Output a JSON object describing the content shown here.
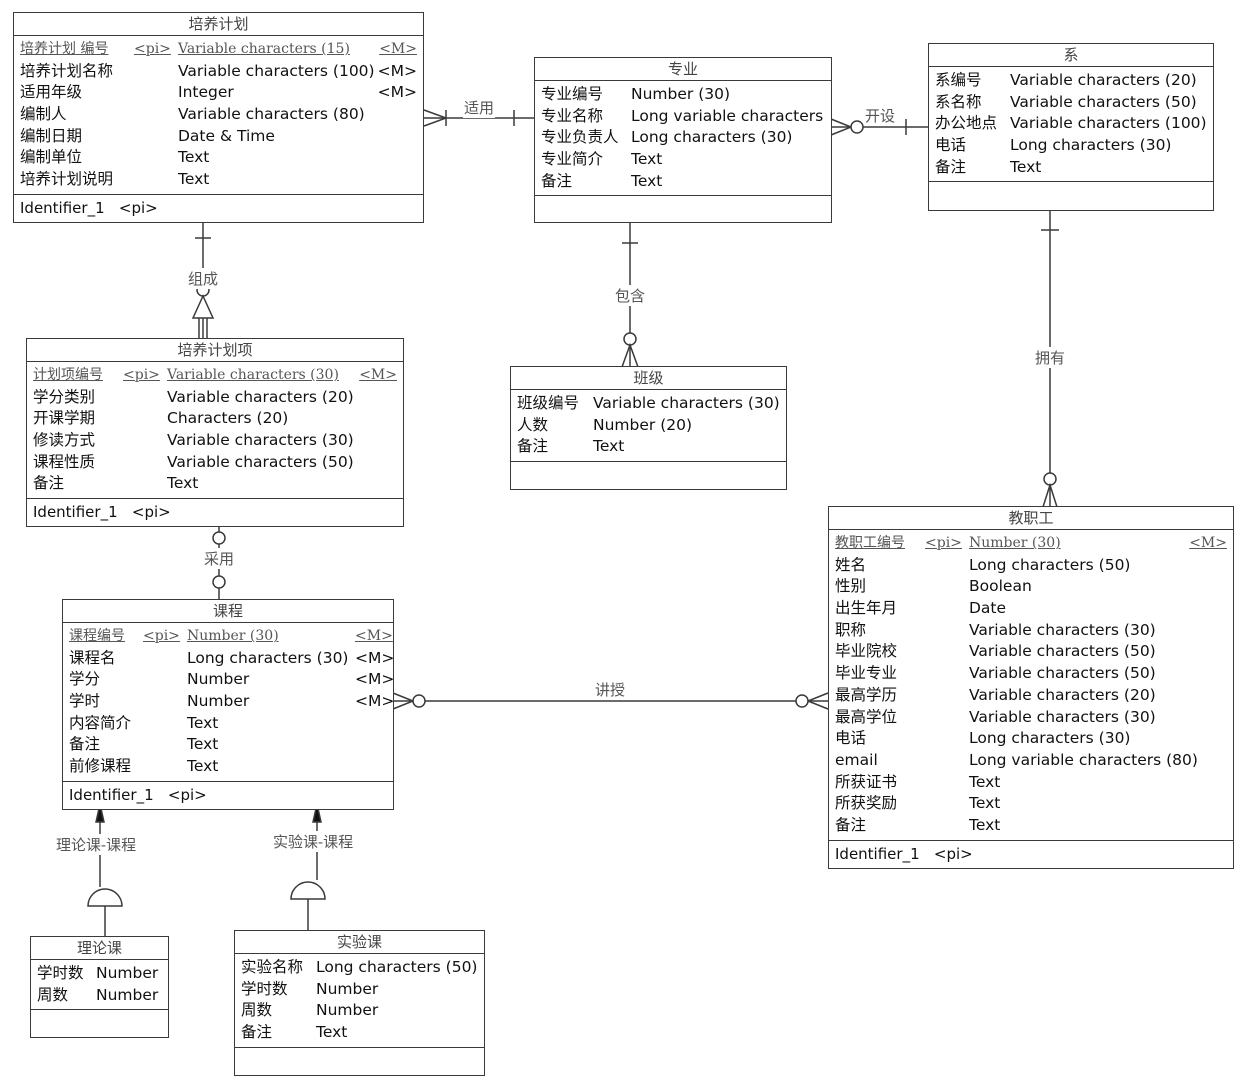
{
  "entities": {
    "peiyang_jihua": {
      "name": "培养计划",
      "pk": {
        "name": "培养计划 编号",
        "pi": "<pi>",
        "type": "Variable characters (15)",
        "m": "<M>"
      },
      "attrs": [
        {
          "name": "培养计划名称",
          "type": "Variable characters (100)",
          "m": "<M>"
        },
        {
          "name": "适用年级",
          "type": "Integer",
          "m": "<M>"
        },
        {
          "name": "编制人",
          "type": "Variable characters (80)",
          "m": ""
        },
        {
          "name": "编制日期",
          "type": "Date & Time",
          "m": ""
        },
        {
          "name": "编制单位",
          "type": "Text",
          "m": ""
        },
        {
          "name": "培养计划说明",
          "type": "Text",
          "m": ""
        }
      ],
      "identifier": "Identifier_1   <pi>"
    },
    "zhuanye": {
      "name": "专业",
      "attrs": [
        {
          "name": "专业编号",
          "type": "Number (30)"
        },
        {
          "name": "专业名称",
          "type": "Long variable characters"
        },
        {
          "name": "专业负责人",
          "type": "Long characters (30)"
        },
        {
          "name": "专业简介",
          "type": "Text"
        },
        {
          "name": "备注",
          "type": "Text"
        }
      ]
    },
    "xi": {
      "name": "系",
      "attrs": [
        {
          "name": "系编号",
          "type": "Variable characters (20)"
        },
        {
          "name": "系名称",
          "type": "Variable characters (50)"
        },
        {
          "name": "办公地点",
          "type": "Variable characters (100)"
        },
        {
          "name": "电话",
          "type": "Long characters (30)"
        },
        {
          "name": "备注",
          "type": "Text"
        }
      ]
    },
    "jihua_xiang": {
      "name": "培养计划项",
      "pk": {
        "name": "计划项编号",
        "pi": "<pi>",
        "type": "Variable characters (30)",
        "m": "<M>"
      },
      "attrs": [
        {
          "name": "学分类别",
          "type": "Variable characters (20)"
        },
        {
          "name": "开课学期",
          "type": "Characters (20)"
        },
        {
          "name": "修读方式",
          "type": "Variable characters (30)"
        },
        {
          "name": "课程性质",
          "type": "Variable characters (50)"
        },
        {
          "name": "备注",
          "type": "Text"
        }
      ],
      "identifier": "Identifier_1   <pi>"
    },
    "banji": {
      "name": "班级",
      "attrs": [
        {
          "name": "班级编号",
          "type": "Variable characters (30)"
        },
        {
          "name": "人数",
          "type": "Number (20)"
        },
        {
          "name": "备注",
          "type": "Text"
        }
      ]
    },
    "kecheng": {
      "name": "课程",
      "pk": {
        "name": "课程编号",
        "pi": "<pi>",
        "type": "Number (30)",
        "m": "<M>"
      },
      "attrs": [
        {
          "name": "课程名",
          "type": "Long characters (30)",
          "m": "<M>"
        },
        {
          "name": "学分",
          "type": "Number",
          "m": "<M>"
        },
        {
          "name": "学时",
          "type": "Number",
          "m": "<M>"
        },
        {
          "name": "内容简介",
          "type": "Text",
          "m": ""
        },
        {
          "name": "备注",
          "type": "Text",
          "m": ""
        },
        {
          "name": "前修课程",
          "type": "Text",
          "m": ""
        }
      ],
      "identifier": "Identifier_1   <pi>"
    },
    "jiaozhigong": {
      "name": "教职工",
      "pk": {
        "name": "教职工编号",
        "pi": "<pi>",
        "type": "Number (30)",
        "m": "<M>"
      },
      "attrs": [
        {
          "name": "姓名",
          "type": "Long characters (50)"
        },
        {
          "name": "性别",
          "type": "Boolean"
        },
        {
          "name": "出生年月",
          "type": "Date"
        },
        {
          "name": "职称",
          "type": "Variable characters (30)"
        },
        {
          "name": "毕业院校",
          "type": "Variable characters (50)"
        },
        {
          "name": "毕业专业",
          "type": "Variable characters (50)"
        },
        {
          "name": "最高学历",
          "type": "Variable characters (20)"
        },
        {
          "name": "最高学位",
          "type": "Variable characters (30)"
        },
        {
          "name": "电话",
          "type": "Long characters (30)"
        },
        {
          "name": "email",
          "type": "Long variable characters (80)"
        },
        {
          "name": "所获证书",
          "type": "Text"
        },
        {
          "name": "所获奖励",
          "type": "Text"
        },
        {
          "name": "备注",
          "type": "Text"
        }
      ],
      "identifier": "Identifier_1   <pi>"
    },
    "lilunke": {
      "name": "理论课",
      "attrs": [
        {
          "name": "学时数",
          "type": "Number"
        },
        {
          "name": "周数",
          "type": "Number"
        }
      ]
    },
    "shiyanke": {
      "name": "实验课",
      "attrs": [
        {
          "name": "实验名称",
          "type": "Long characters (50)"
        },
        {
          "name": "学时数",
          "type": "Number"
        },
        {
          "name": "周数",
          "type": "Number"
        },
        {
          "name": "备注",
          "type": "Text"
        }
      ]
    }
  },
  "relationships": {
    "shiyong": "适用",
    "kaishe": "开设",
    "zucheng": "组成",
    "baohan": "包含",
    "yongyou": "拥有",
    "caiyong": "采用",
    "jiangshou": "讲授",
    "lilunke_kecheng": "理论课-课程",
    "shiyanke_kecheng": "实验课-课程"
  }
}
